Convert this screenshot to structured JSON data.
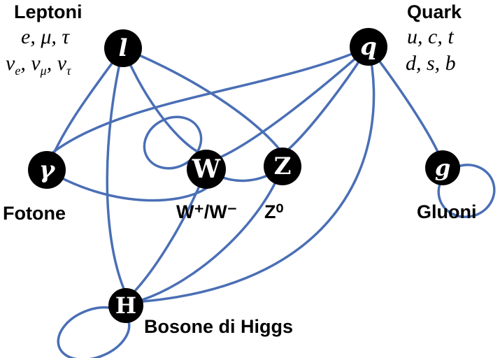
{
  "diagram": {
    "edge_color": "#4a6fb5",
    "node_color": "#000000",
    "node_text_color": "#ffffff"
  },
  "nodes": {
    "lepton": {
      "symbol": "l"
    },
    "quark": {
      "symbol": "q"
    },
    "photon": {
      "symbol": "γ"
    },
    "w_boson": {
      "symbol": "W"
    },
    "z_boson": {
      "symbol": "Z"
    },
    "gluon": {
      "symbol": "g"
    },
    "higgs": {
      "symbol": "H"
    }
  },
  "labels": {
    "leptons_title": "Leptoni",
    "leptons_row1": "e, μ, τ",
    "nu": "ν",
    "nu_subs": [
      "e",
      "μ",
      "τ"
    ],
    "sep": ", ",
    "quarks_title": "Quark",
    "quarks_row1": "u, c, t",
    "quarks_row2": "d, s, b",
    "photon_label": "Fotone",
    "w_label": "W⁺/W⁻",
    "z_label": "Z⁰",
    "gluon_label": "Gluoni",
    "higgs_label": "Bosone di Higgs"
  },
  "edges": [
    {
      "from": "lepton",
      "to": "photon"
    },
    {
      "from": "lepton",
      "to": "w_boson"
    },
    {
      "from": "lepton",
      "to": "z_boson"
    },
    {
      "from": "lepton",
      "to": "higgs"
    },
    {
      "from": "quark",
      "to": "photon"
    },
    {
      "from": "quark",
      "to": "w_boson"
    },
    {
      "from": "quark",
      "to": "z_boson"
    },
    {
      "from": "quark",
      "to": "gluon"
    },
    {
      "from": "quark",
      "to": "higgs"
    },
    {
      "from": "photon",
      "to": "w_boson"
    },
    {
      "from": "w_boson",
      "to": "z_boson"
    },
    {
      "from": "w_boson",
      "to": "higgs"
    },
    {
      "from": "z_boson",
      "to": "higgs"
    },
    {
      "from": "w_boson",
      "to": "w_boson"
    },
    {
      "from": "gluon",
      "to": "gluon"
    },
    {
      "from": "higgs",
      "to": "higgs"
    }
  ]
}
